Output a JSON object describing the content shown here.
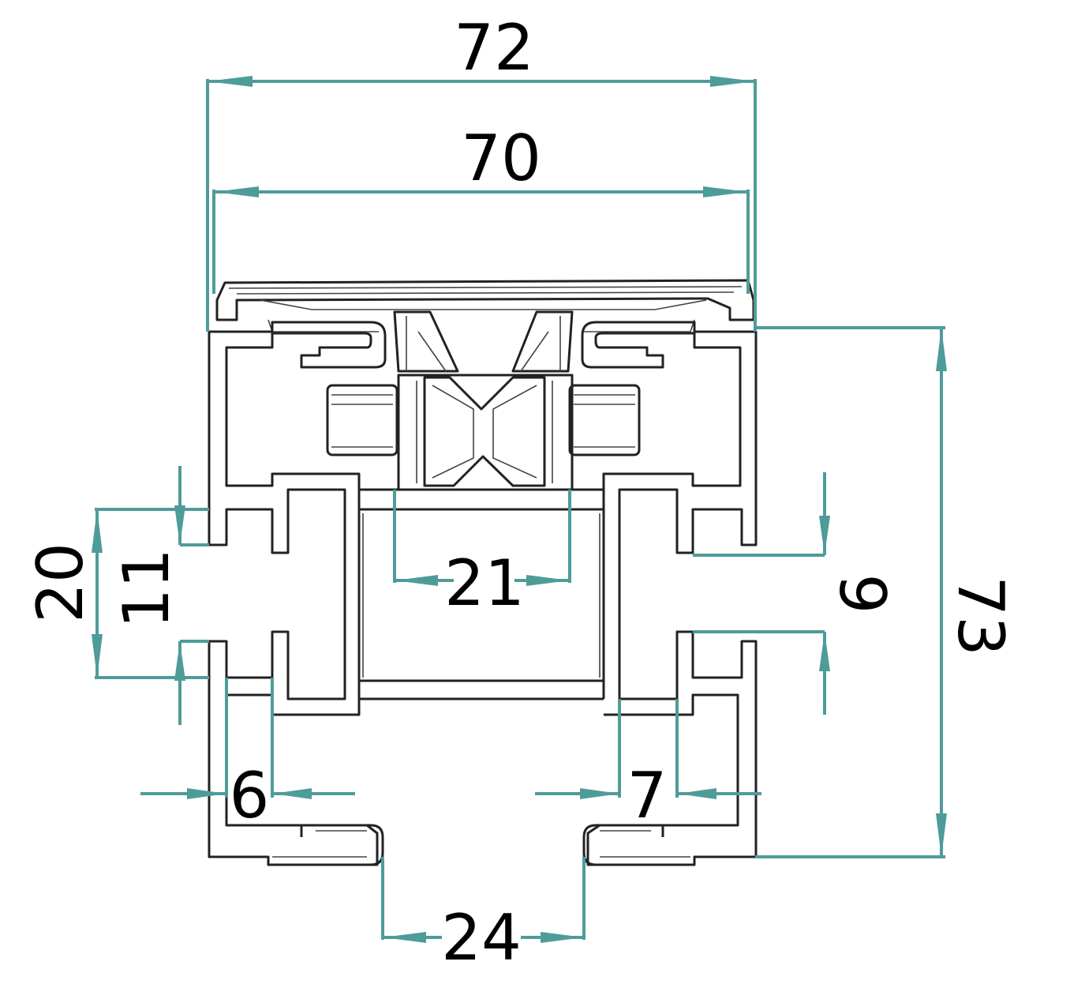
{
  "colors": {
    "dimension": "#4e9c9a",
    "profile": "#222222",
    "background": "#ffffff"
  },
  "dimensions": {
    "overall_width": "72",
    "inner_width": "70",
    "overall_height": "73",
    "slot_outer_height": "20",
    "slot_inner_height": "11",
    "right_slot_height": "9",
    "center_channel_width": "21",
    "left_wall_depth": "6",
    "right_wall_depth": "7",
    "bottom_opening_width": "24"
  }
}
